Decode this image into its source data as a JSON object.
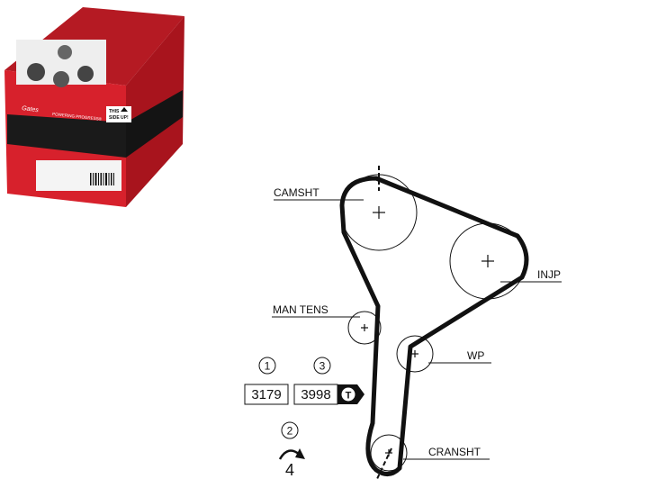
{
  "box": {
    "brand": "Gates",
    "tagline": "POWERING PROGRESS®",
    "side_up": [
      "THIS",
      "SIDE UP!"
    ]
  },
  "labels": {
    "camshaft": "CAMSHT",
    "injection_pump": "INJP",
    "manual_tensioner": "MAN TENS",
    "water_pump": "WP",
    "crankshaft": "CRANSHT"
  },
  "steps": {
    "step1": {
      "number": "1",
      "value": "3179"
    },
    "step2": {
      "number": "2",
      "value": "4"
    },
    "step3": {
      "number": "3",
      "value": "3998",
      "badge": "T"
    }
  },
  "colors": {
    "box_red": "#d7212c",
    "box_dark": "#1a1a1a",
    "belt": "#111111"
  }
}
